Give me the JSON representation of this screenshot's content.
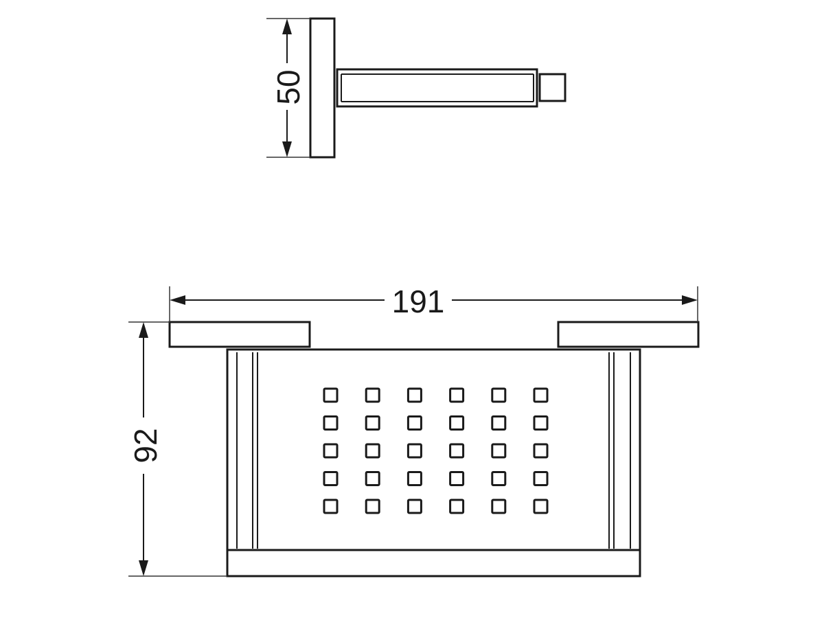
{
  "dimensions": {
    "side_depth": "50",
    "front_width": "191",
    "front_height": "92"
  },
  "drain_holes": {
    "rows": 5,
    "columns": 6
  },
  "colors": {
    "line": "#1a1a1a",
    "background": "#ffffff"
  }
}
